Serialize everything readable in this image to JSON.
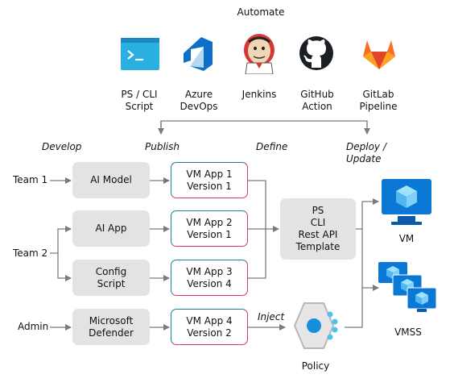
{
  "automate": {
    "title": "Automate",
    "tools": [
      {
        "line1": "PS / CLI",
        "line2": "Script",
        "icon": "terminal-icon"
      },
      {
        "line1": "Azure",
        "line2": "DevOps",
        "icon": "azure-devops-icon"
      },
      {
        "line1": "Jenkins",
        "line2": "",
        "icon": "jenkins-icon"
      },
      {
        "line1": "GitHub",
        "line2": "Action",
        "icon": "github-icon"
      },
      {
        "line1": "GitLab",
        "line2": "Pipeline",
        "icon": "gitlab-icon"
      }
    ]
  },
  "stages": {
    "develop": "Develop",
    "publish": "Publish",
    "define": "Define",
    "deploy_line1": "Deploy /",
    "deploy_line2": "Update"
  },
  "actors": {
    "team1": "Team 1",
    "team2": "Team 2",
    "admin": "Admin"
  },
  "sources": [
    {
      "line1": "AI Model",
      "line2": ""
    },
    {
      "line1": "AI App",
      "line2": ""
    },
    {
      "line1": "Config",
      "line2": "Script"
    },
    {
      "line1": "Microsoft",
      "line2": "Defender"
    }
  ],
  "apps": [
    {
      "line1": "VM App 1",
      "line2": "Version 1"
    },
    {
      "line1": "VM App 2",
      "line2": "Version 1"
    },
    {
      "line1": "VM App 3",
      "line2": "Version 4"
    },
    {
      "line1": "VM App 4",
      "line2": "Version 2"
    }
  ],
  "definition": {
    "line1": "PS",
    "line2": "CLI",
    "line3": "Rest API",
    "line4": "Template"
  },
  "inject_label": "Inject",
  "policy_label": "Policy",
  "targets": {
    "vm": "VM",
    "vmss": "VMSS"
  },
  "colors": {
    "box_gray": "#e3e3e3",
    "border_teal": "#1a7f9a",
    "border_pink": "#d4386b",
    "arrow": "#7a7a7a",
    "azure_blue": "#0078d4"
  }
}
